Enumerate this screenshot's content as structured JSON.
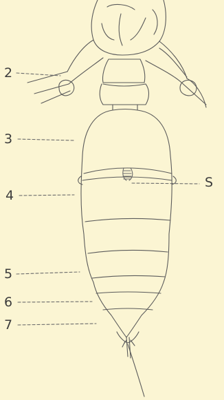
{
  "figure": {
    "labels": {
      "l2": "2",
      "l3": "3",
      "l4": "4",
      "l5": "5",
      "l6": "6",
      "l7": "7",
      "s": "S"
    },
    "colors": {
      "background": "#fbf5d3",
      "line": "#5a5a5a",
      "text": "#3c3c3c"
    }
  }
}
